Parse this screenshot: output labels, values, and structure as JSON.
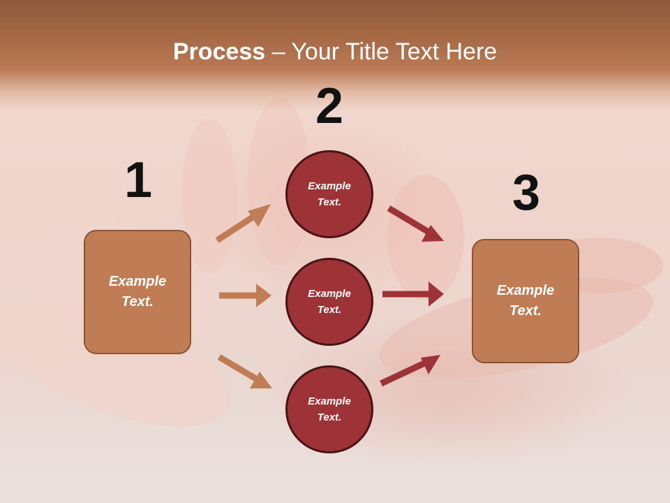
{
  "title": {
    "bold": "Process",
    "rest": " – Your Title Text Here"
  },
  "steps": {
    "one": "1",
    "two": "2",
    "three": "3"
  },
  "left_box": {
    "text": "Example Text."
  },
  "right_box": {
    "text": "Example Text."
  },
  "circles": [
    {
      "text": "Example Text."
    },
    {
      "text": "Example Text."
    },
    {
      "text": "Example Text."
    }
  ],
  "colors": {
    "title_band": "#a86a46",
    "box_fill": "#c07c55",
    "circle_fill": "#9e3337",
    "left_arrow": "#c07c55",
    "right_arrow": "#9e3337"
  }
}
